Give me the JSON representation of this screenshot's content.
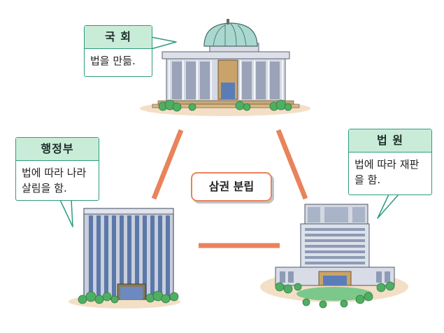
{
  "center_label": "삼권 분립",
  "cards": {
    "assembly": {
      "title": "국 회",
      "text": "법을 만듦."
    },
    "executive": {
      "title": "행정부",
      "line1": "법에 따라 나라",
      "line2": "살림을 함."
    },
    "court": {
      "title": "법 원",
      "line1": "법에 따라 재판",
      "line2": "을 함."
    }
  },
  "colors": {
    "connector": "#e8835c",
    "card_border": "#2e9b7e",
    "card_header": "#c9ecd9",
    "building": "#c9d0de",
    "tree": "#4fae62"
  }
}
